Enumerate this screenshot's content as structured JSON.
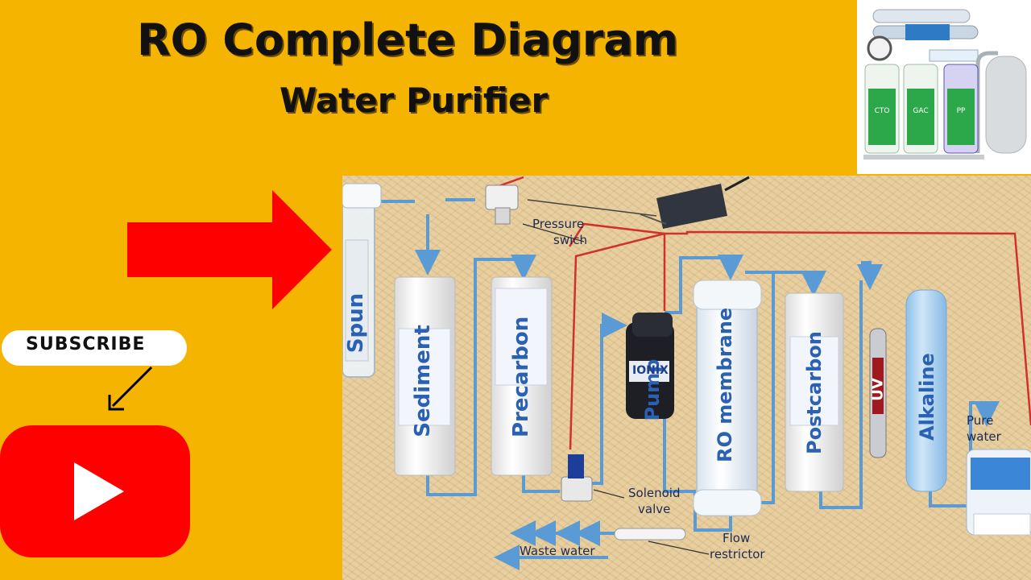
{
  "header": {
    "title": "RO Complete Diagram",
    "subtitle": "Water Purifier"
  },
  "thumbnail": {
    "filter_labels": [
      "CTO",
      "GAC",
      "PP"
    ]
  },
  "subscribe": {
    "label": "SUBSCRIBE"
  },
  "diagram": {
    "labels": {
      "pressure_switch_line1": "Pressure",
      "pressure_switch_line2": "swich",
      "solenoid_line1": "Solenoid",
      "solenoid_line2": "valve",
      "flow_line1": "Flow",
      "flow_line2": "restrictor",
      "waste_water": "Waste water",
      "pure_line1": "Pure",
      "pure_line2": "water"
    },
    "cartridges": {
      "spun": "Spun",
      "sediment": "Sediment",
      "precarbon": "Precarbon",
      "pump": "Pump",
      "pump_brand": "IONIX",
      "ro_membrane": "RO membrane",
      "postcarbon": "Postcarbon",
      "uv": "UV",
      "alkaline": "Alkaline"
    },
    "colors": {
      "pipe": "#5b9bd5",
      "wire": "#d0312d",
      "cartridge_text": "#2b61b3"
    }
  },
  "colors": {
    "background": "#f4b400",
    "arrow": "#ff0000",
    "youtube_red": "#ff0000"
  }
}
